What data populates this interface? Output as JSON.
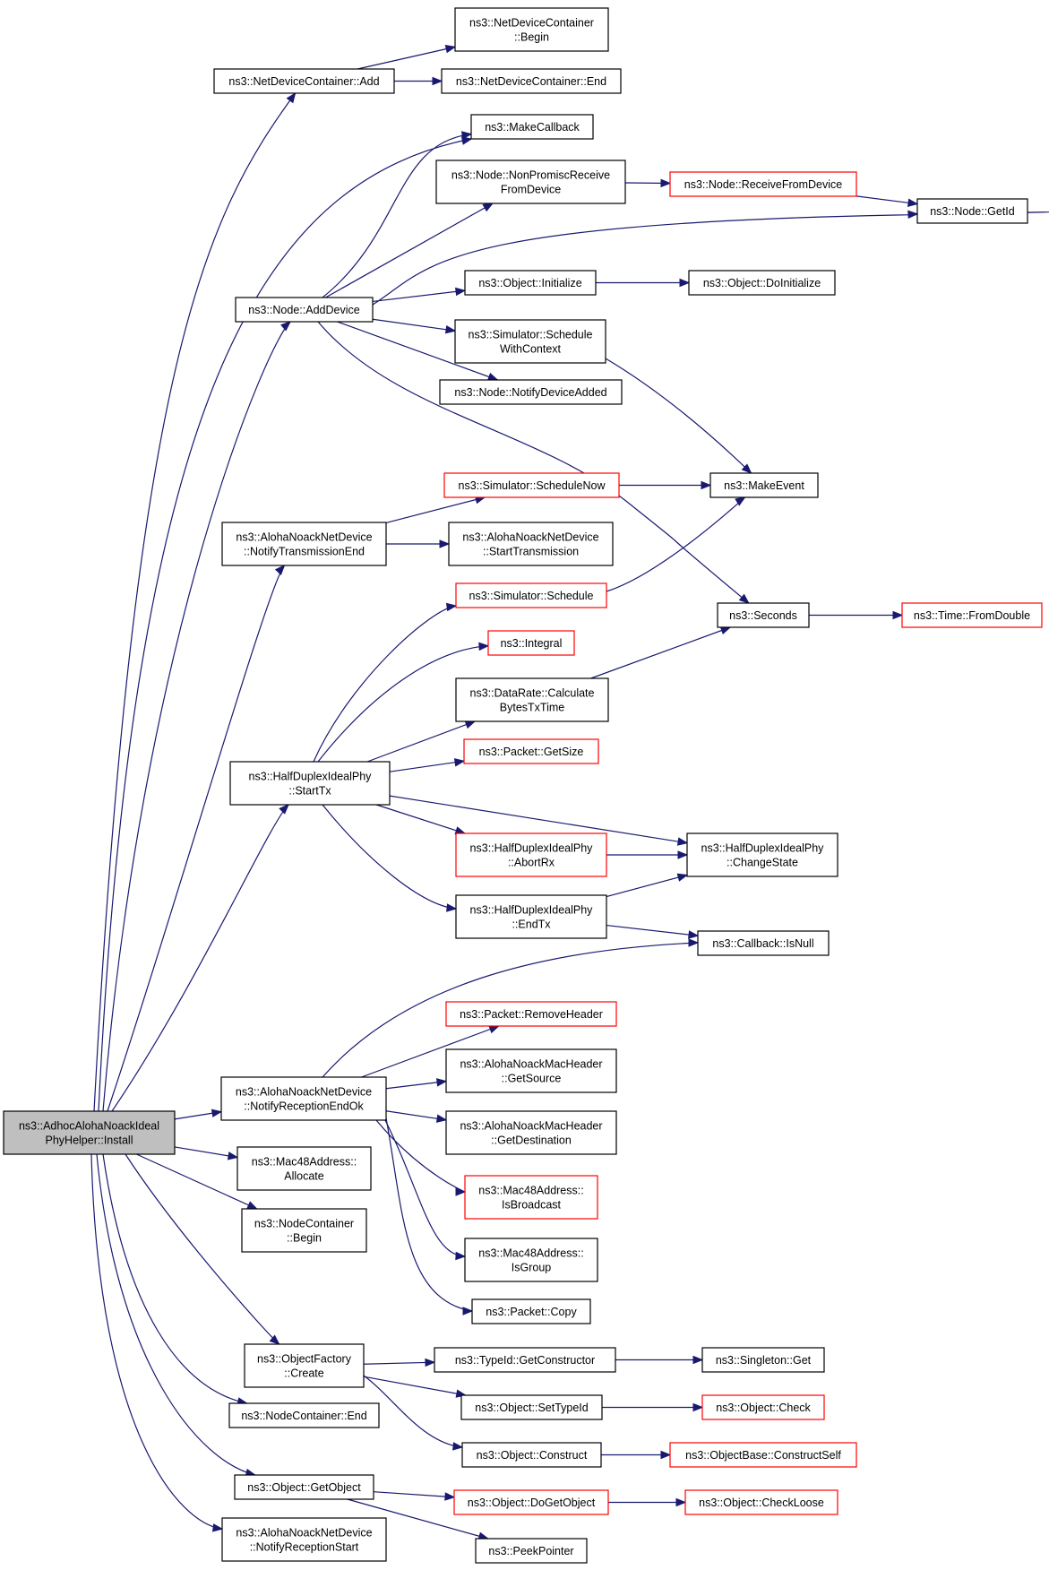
{
  "nodes": {
    "install": {
      "lines": [
        "ns3::AdhocAlohaNoackIdeal",
        "PhyHelper::Install"
      ],
      "style": "root"
    },
    "ndc_add": {
      "lines": [
        "ns3::NetDeviceContainer::Add"
      ],
      "style": "normal"
    },
    "ndc_begin": {
      "lines": [
        "ns3::NetDeviceContainer",
        "::Begin"
      ],
      "style": "normal"
    },
    "ndc_end": {
      "lines": [
        "ns3::NetDeviceContainer::End"
      ],
      "style": "normal"
    },
    "makecallback": {
      "lines": [
        "ns3::MakeCallback"
      ],
      "style": "normal"
    },
    "nonpromisc": {
      "lines": [
        "ns3::Node::NonPromiscReceive",
        "FromDevice"
      ],
      "style": "normal"
    },
    "receivefromdevice": {
      "lines": [
        "ns3::Node::ReceiveFromDevice"
      ],
      "style": "red"
    },
    "getid": {
      "lines": [
        "ns3::Node::GetId"
      ],
      "style": "normal"
    },
    "adddevice": {
      "lines": [
        "ns3::Node::AddDevice"
      ],
      "style": "normal"
    },
    "obj_initialize": {
      "lines": [
        "ns3::Object::Initialize"
      ],
      "style": "normal"
    },
    "obj_doinitialize": {
      "lines": [
        "ns3::Object::DoInitialize"
      ],
      "style": "normal"
    },
    "schedwithctx": {
      "lines": [
        "ns3::Simulator::Schedule",
        "WithContext"
      ],
      "style": "normal"
    },
    "notifydeviceadded": {
      "lines": [
        "ns3::Node::NotifyDeviceAdded"
      ],
      "style": "normal"
    },
    "schedulenow": {
      "lines": [
        "ns3::Simulator::ScheduleNow"
      ],
      "style": "red"
    },
    "makeevent": {
      "lines": [
        "ns3::MakeEvent"
      ],
      "style": "normal"
    },
    "notifytxend": {
      "lines": [
        "ns3::AlohaNoackNetDevice",
        "::NotifyTransmissionEnd"
      ],
      "style": "normal"
    },
    "starttransmission": {
      "lines": [
        "ns3::AlohaNoackNetDevice",
        "::StartTransmission"
      ],
      "style": "normal"
    },
    "schedule": {
      "lines": [
        "ns3::Simulator::Schedule"
      ],
      "style": "red"
    },
    "seconds": {
      "lines": [
        "ns3::Seconds"
      ],
      "style": "normal"
    },
    "fromdouble": {
      "lines": [
        "ns3::Time::FromDouble"
      ],
      "style": "red"
    },
    "integral": {
      "lines": [
        "ns3::Integral"
      ],
      "style": "red"
    },
    "calcbytes": {
      "lines": [
        "ns3::DataRate::Calculate",
        "BytesTxTime"
      ],
      "style": "normal"
    },
    "getsize": {
      "lines": [
        "ns3::Packet::GetSize"
      ],
      "style": "red"
    },
    "starttx": {
      "lines": [
        "ns3::HalfDuplexIdealPhy",
        "::StartTx"
      ],
      "style": "normal"
    },
    "abortrx": {
      "lines": [
        "ns3::HalfDuplexIdealPhy",
        "::AbortRx"
      ],
      "style": "red"
    },
    "changestate": {
      "lines": [
        "ns3::HalfDuplexIdealPhy",
        "::ChangeState"
      ],
      "style": "normal"
    },
    "endtx": {
      "lines": [
        "ns3::HalfDuplexIdealPhy",
        "::EndTx"
      ],
      "style": "normal"
    },
    "isnull": {
      "lines": [
        "ns3::Callback::IsNull"
      ],
      "style": "normal"
    },
    "removeheader": {
      "lines": [
        "ns3::Packet::RemoveHeader"
      ],
      "style": "red"
    },
    "getsource": {
      "lines": [
        "ns3::AlohaNoackMacHeader",
        "::GetSource"
      ],
      "style": "normal"
    },
    "notifyrxendok": {
      "lines": [
        "ns3::AlohaNoackNetDevice",
        "::NotifyReceptionEndOk"
      ],
      "style": "normal"
    },
    "getdestination": {
      "lines": [
        "ns3::AlohaNoackMacHeader",
        "::GetDestination"
      ],
      "style": "normal"
    },
    "mac_allocate": {
      "lines": [
        "ns3::Mac48Address::",
        "Allocate"
      ],
      "style": "normal"
    },
    "isbroadcast": {
      "lines": [
        "ns3::Mac48Address::",
        "IsBroadcast"
      ],
      "style": "red"
    },
    "nc_begin": {
      "lines": [
        "ns3::NodeContainer",
        "::Begin"
      ],
      "style": "normal"
    },
    "isgroup": {
      "lines": [
        "ns3::Mac48Address::",
        "IsGroup"
      ],
      "style": "normal"
    },
    "packet_copy": {
      "lines": [
        "ns3::Packet::Copy"
      ],
      "style": "normal"
    },
    "objfactory_create": {
      "lines": [
        "ns3::ObjectFactory",
        "::Create"
      ],
      "style": "normal"
    },
    "getconstructor": {
      "lines": [
        "ns3::TypeId::GetConstructor"
      ],
      "style": "normal"
    },
    "singleton_get": {
      "lines": [
        "ns3::Singleton::Get"
      ],
      "style": "normal"
    },
    "settypeid": {
      "lines": [
        "ns3::Object::SetTypeId"
      ],
      "style": "normal"
    },
    "obj_check": {
      "lines": [
        "ns3::Object::Check"
      ],
      "style": "red"
    },
    "nc_end": {
      "lines": [
        "ns3::NodeContainer::End"
      ],
      "style": "normal"
    },
    "construct": {
      "lines": [
        "ns3::Object::Construct"
      ],
      "style": "normal"
    },
    "constructself": {
      "lines": [
        "ns3::ObjectBase::ConstructSelf"
      ],
      "style": "red"
    },
    "getobject": {
      "lines": [
        "ns3::Object::GetObject"
      ],
      "style": "normal"
    },
    "dogetobject": {
      "lines": [
        "ns3::Object::DoGetObject"
      ],
      "style": "red"
    },
    "checkloose": {
      "lines": [
        "ns3::Object::CheckLoose"
      ],
      "style": "red"
    },
    "peekpointer": {
      "lines": [
        "ns3::PeekPointer"
      ],
      "style": "normal"
    },
    "notifyrxstart": {
      "lines": [
        "ns3::AlohaNoackNetDevice",
        "::NotifyReceptionStart"
      ],
      "style": "normal"
    }
  },
  "edges": [
    [
      "install",
      "ndc_add"
    ],
    [
      "install",
      "makecallback"
    ],
    [
      "install",
      "adddevice"
    ],
    [
      "install",
      "notifytxend"
    ],
    [
      "install",
      "starttx"
    ],
    [
      "install",
      "notifyrxendok"
    ],
    [
      "install",
      "mac_allocate"
    ],
    [
      "install",
      "nc_begin"
    ],
    [
      "install",
      "objfactory_create"
    ],
    [
      "install",
      "nc_end"
    ],
    [
      "install",
      "getobject"
    ],
    [
      "install",
      "notifyrxstart"
    ],
    [
      "ndc_add",
      "ndc_begin"
    ],
    [
      "ndc_add",
      "ndc_end"
    ],
    [
      "adddevice",
      "makecallback"
    ],
    [
      "adddevice",
      "nonpromisc"
    ],
    [
      "adddevice",
      "getid"
    ],
    [
      "adddevice",
      "obj_initialize"
    ],
    [
      "adddevice",
      "schedwithctx"
    ],
    [
      "adddevice",
      "notifydeviceadded"
    ],
    [
      "adddevice",
      "seconds"
    ],
    [
      "nonpromisc",
      "receivefromdevice"
    ],
    [
      "receivefromdevice",
      "getid"
    ],
    [
      "obj_initialize",
      "obj_doinitialize"
    ],
    [
      "schedwithctx",
      "makeevent"
    ],
    [
      "notifytxend",
      "schedulenow"
    ],
    [
      "notifytxend",
      "starttransmission"
    ],
    [
      "schedulenow",
      "makeevent"
    ],
    [
      "schedule",
      "makeevent"
    ],
    [
      "seconds",
      "fromdouble"
    ],
    [
      "calcbytes",
      "seconds"
    ],
    [
      "starttx",
      "schedule"
    ],
    [
      "starttx",
      "integral"
    ],
    [
      "starttx",
      "calcbytes"
    ],
    [
      "starttx",
      "getsize"
    ],
    [
      "starttx",
      "changestate"
    ],
    [
      "starttx",
      "abortrx"
    ],
    [
      "starttx",
      "endtx"
    ],
    [
      "abortrx",
      "changestate"
    ],
    [
      "endtx",
      "changestate"
    ],
    [
      "endtx",
      "isnull"
    ],
    [
      "notifyrxendok",
      "isnull"
    ],
    [
      "notifyrxendok",
      "removeheader"
    ],
    [
      "notifyrxendok",
      "getsource"
    ],
    [
      "notifyrxendok",
      "getdestination"
    ],
    [
      "notifyrxendok",
      "isbroadcast"
    ],
    [
      "notifyrxendok",
      "isgroup"
    ],
    [
      "notifyrxendok",
      "packet_copy"
    ],
    [
      "objfactory_create",
      "getconstructor"
    ],
    [
      "objfactory_create",
      "settypeid"
    ],
    [
      "objfactory_create",
      "construct"
    ],
    [
      "getconstructor",
      "singleton_get"
    ],
    [
      "settypeid",
      "obj_check"
    ],
    [
      "construct",
      "constructself"
    ],
    [
      "getobject",
      "dogetobject"
    ],
    [
      "getobject",
      "peekpointer"
    ],
    [
      "dogetobject",
      "checkloose"
    ]
  ],
  "colors": {
    "edge": "#191970",
    "normal_border": "#000000",
    "red_border": "#ff0000",
    "root_fill": "#bfbfbf"
  }
}
